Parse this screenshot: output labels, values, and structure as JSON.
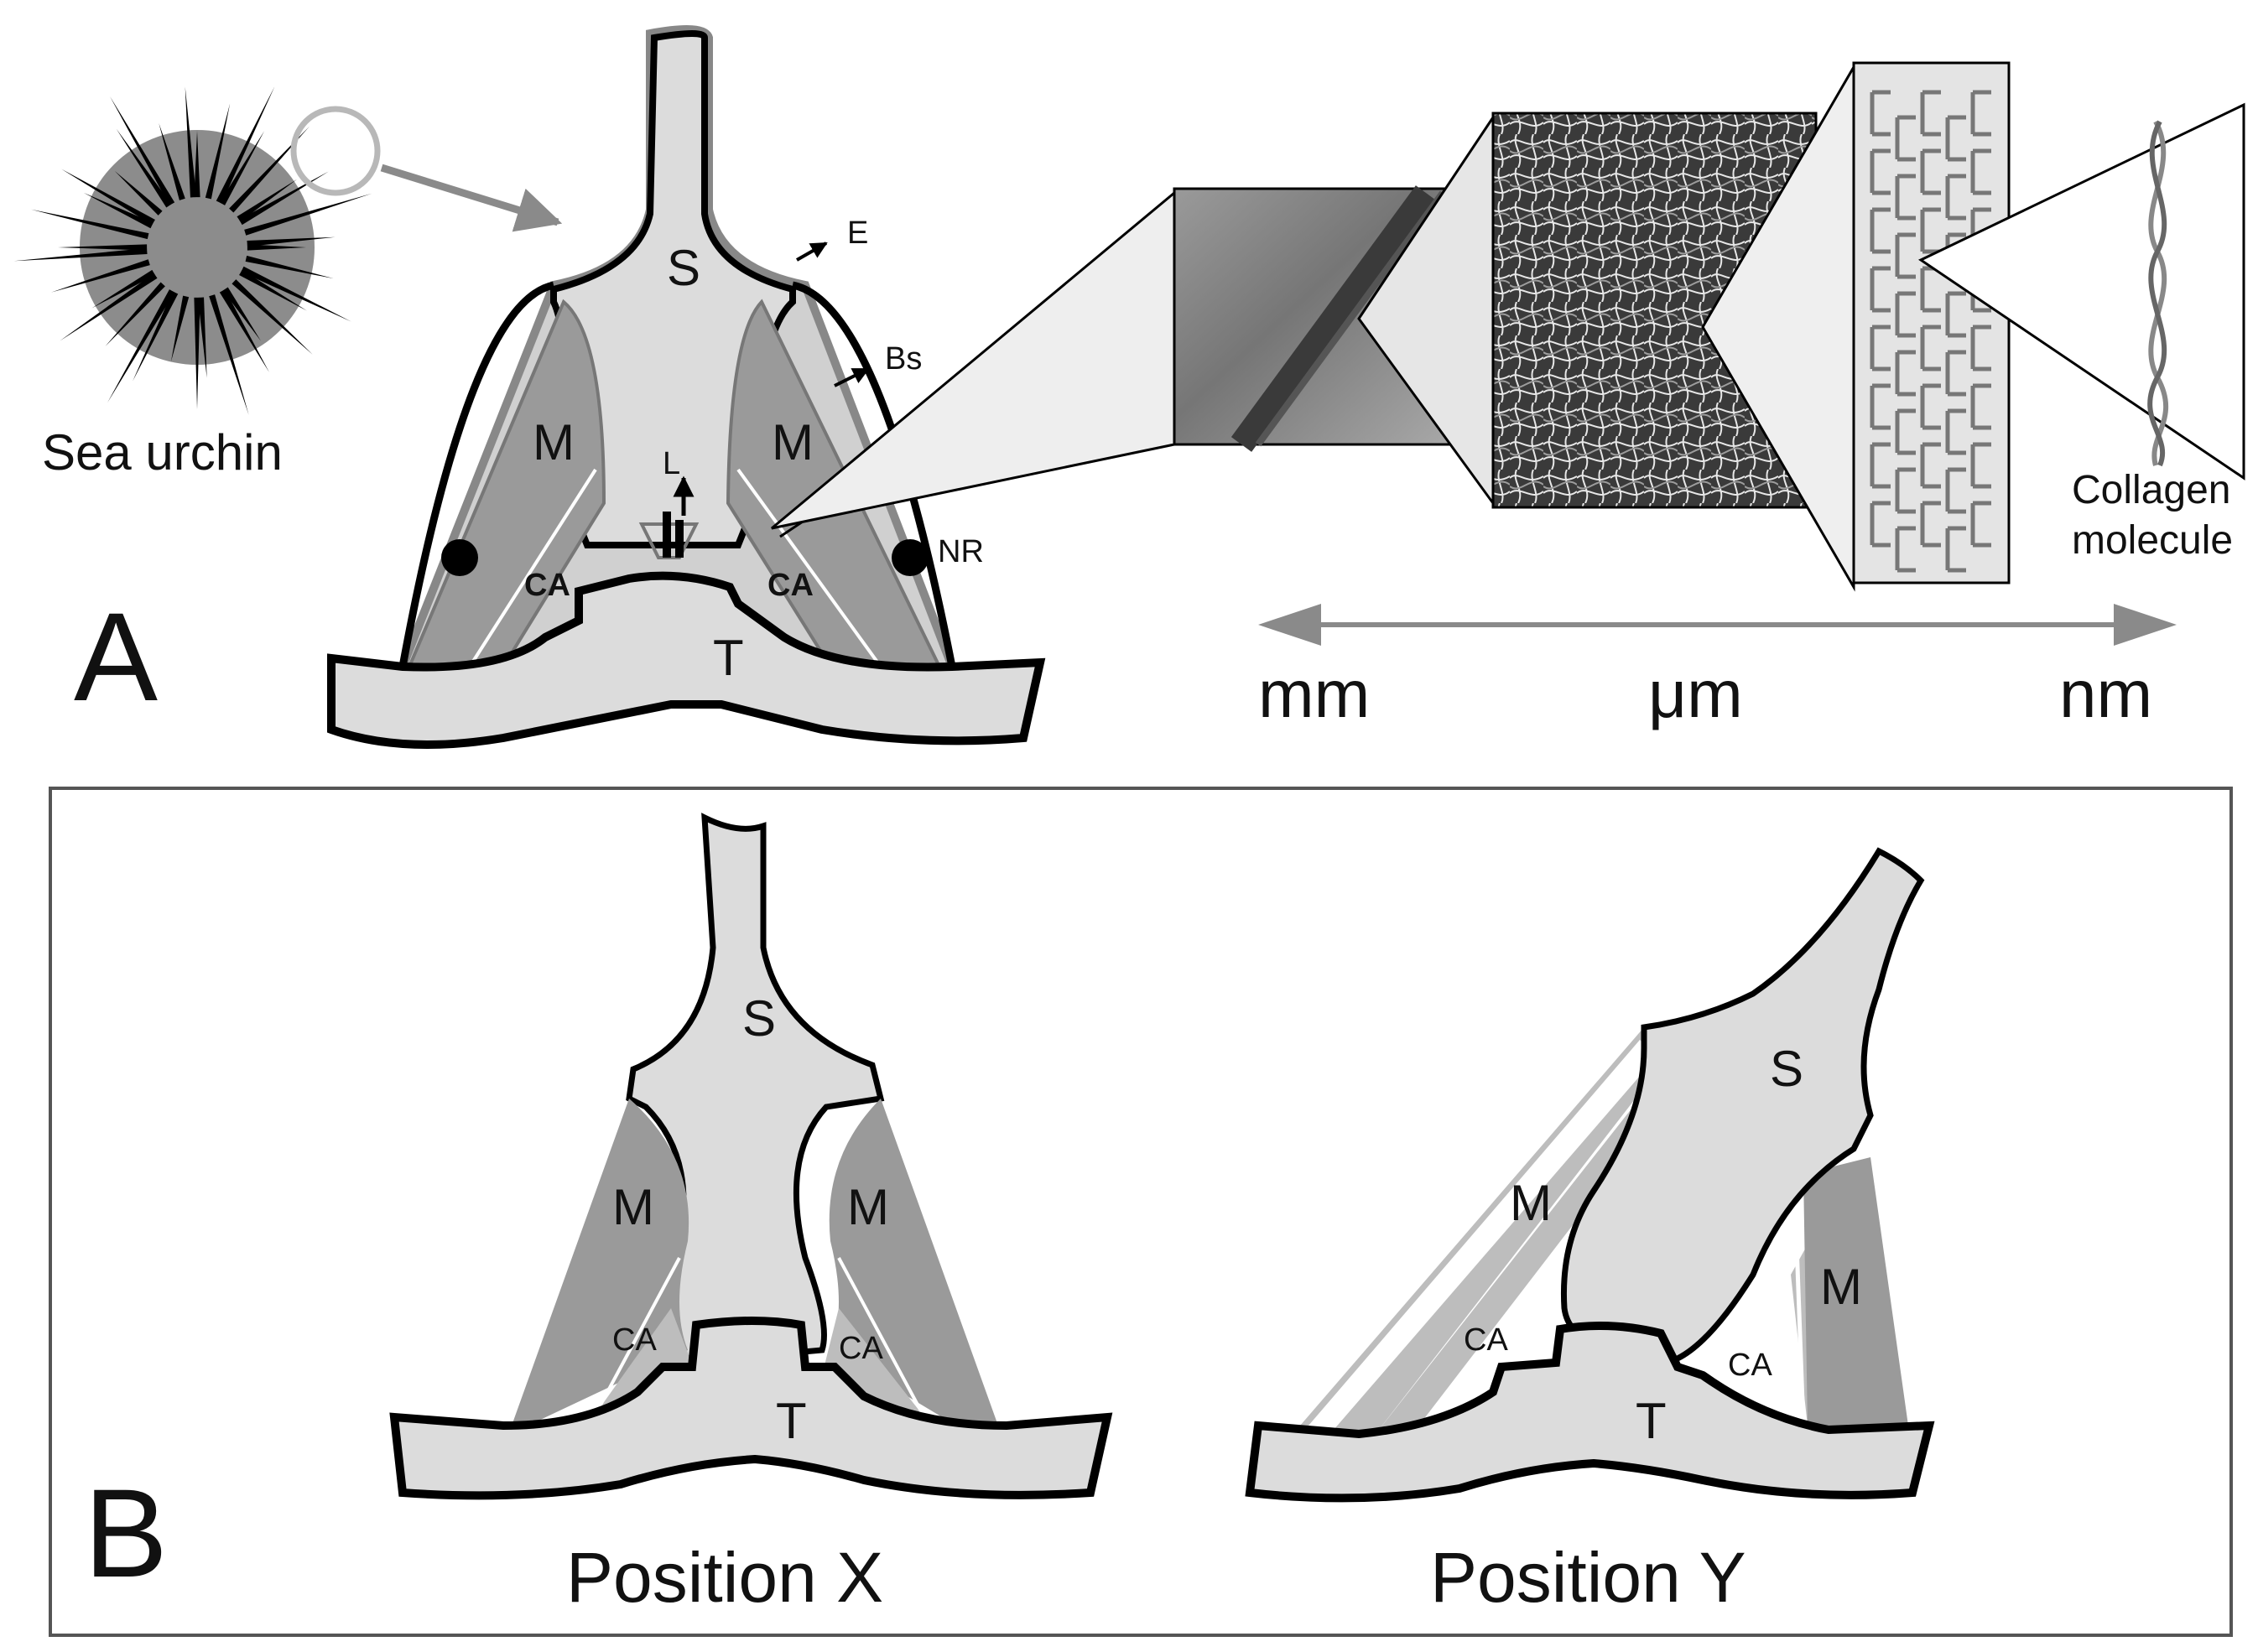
{
  "panel_a": {
    "letter": "A",
    "sea_urchin_label": "Sea urchin",
    "labels": {
      "spine": "S",
      "epidermis": "E",
      "basement": "Bs",
      "muscle_left": "M",
      "muscle_right": "M",
      "ligament": "L",
      "catch_left": "CA",
      "catch_right": "CA",
      "nerve_ring": "NR",
      "tubercle": "T"
    },
    "collagen_label_line1": "Collagen",
    "collagen_label_line2": "molecule",
    "scale": {
      "left": "mm",
      "middle": "μm",
      "right": "nm"
    }
  },
  "panel_b": {
    "letter": "B",
    "position_x": {
      "caption": "Position X",
      "labels": {
        "spine": "S",
        "muscle_left": "M",
        "muscle_right": "M",
        "catch_left": "CA",
        "catch_right": "CA",
        "tubercle": "T"
      }
    },
    "position_y": {
      "caption": "Position Y",
      "labels": {
        "spine": "S",
        "muscle_left": "M",
        "muscle_right": "M",
        "catch_left": "CA",
        "catch_right": "CA",
        "tubercle": "T"
      }
    }
  },
  "colors": {
    "spine_fill": "#dcdcdc",
    "muscle_fill": "#9a9a9a",
    "catch_fill": "#bdbdbd",
    "outline": "#000000",
    "arrow_gray": "#8a8a8a"
  }
}
